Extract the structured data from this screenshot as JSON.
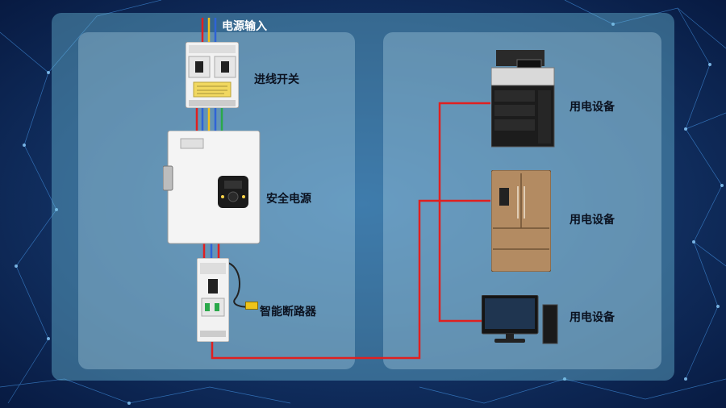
{
  "labels": {
    "power_input": "电源输入",
    "incoming_switch": "进线开关",
    "safety_power": "安全电源",
    "smart_breaker": "智能断路器",
    "device_1": "用电设备",
    "device_2": "用电设备",
    "device_3": "用电设备"
  },
  "colors": {
    "wire_red": "#e02020",
    "wire_yellow": "#f3c21b",
    "wire_blue": "#2f63d6",
    "wire_green": "#2aa84a",
    "panel_outer": "#6ebedc",
    "background": "#0a1f4a"
  }
}
